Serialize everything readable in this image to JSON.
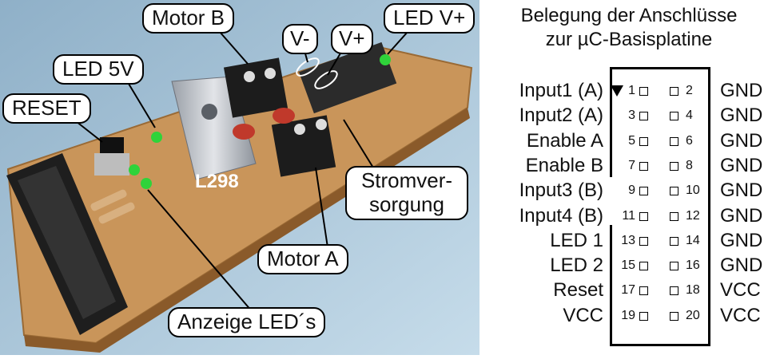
{
  "photo": {
    "callouts": {
      "motor_b": "Motor B",
      "v_minus": "V-",
      "v_plus": "V+",
      "led_vplus": "LED V+",
      "led_5v": "LED 5V",
      "reset": "RESET",
      "l298": "L298",
      "stromversorgung_1": "Stromver-",
      "stromversorgung_2": "sorgung",
      "motor_a": "Motor A",
      "anzeige_leds": "Anzeige LED´s"
    }
  },
  "pinout": {
    "heading_line1": "Belegung der Anschlüsse",
    "heading_line2": "zur µC-Basisplatine",
    "rows": [
      {
        "left_label": "Input1 (A)",
        "left_pin": "1",
        "right_pin": "2",
        "right_label": "GND"
      },
      {
        "left_label": "Input2 (A)",
        "left_pin": "3",
        "right_pin": "4",
        "right_label": "GND"
      },
      {
        "left_label": "Enable A",
        "left_pin": "5",
        "right_pin": "6",
        "right_label": "GND"
      },
      {
        "left_label": "Enable B",
        "left_pin": "7",
        "right_pin": "8",
        "right_label": "GND"
      },
      {
        "left_label": "Input3 (B)",
        "left_pin": "9",
        "right_pin": "10",
        "right_label": "GND"
      },
      {
        "left_label": "Input4 (B)",
        "left_pin": "11",
        "right_pin": "12",
        "right_label": "GND"
      },
      {
        "left_label": "LED 1",
        "left_pin": "13",
        "right_pin": "14",
        "right_label": "GND"
      },
      {
        "left_label": "LED 2",
        "left_pin": "15",
        "right_pin": "16",
        "right_label": "GND"
      },
      {
        "left_label": "Reset",
        "left_pin": "17",
        "right_pin": "18",
        "right_label": "VCC"
      },
      {
        "left_label": "VCC",
        "left_pin": "19",
        "right_pin": "20",
        "right_label": "VCC"
      }
    ]
  },
  "colors": {
    "sky": "#a9c4d6",
    "pcb": "#c9955a",
    "terminal": "#1c1c1c",
    "led_green": "#2fd33a",
    "heatsink": "#c0c3c8"
  }
}
